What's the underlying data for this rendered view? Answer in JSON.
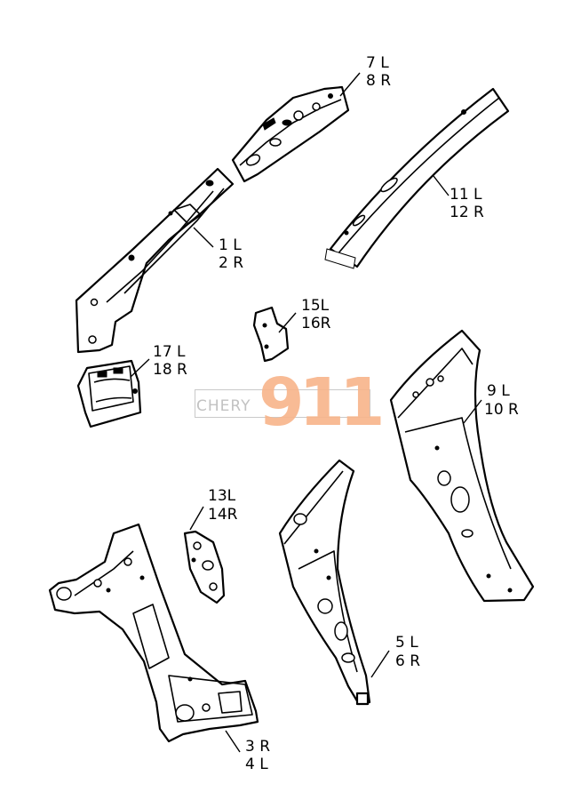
{
  "watermark": {
    "brand": "CHERY",
    "number": "911",
    "color": "#f8b48a"
  },
  "parts": [
    {
      "id": "1-2",
      "line1": "1  L",
      "line2": "2  R"
    },
    {
      "id": "3-4",
      "line1": "3  R",
      "line2": "4  L"
    },
    {
      "id": "5-6",
      "line1": "5  L",
      "line2": "6  R"
    },
    {
      "id": "7-8",
      "line1": "7  L",
      "line2": "8  R"
    },
    {
      "id": "9-10",
      "line1": "9  L",
      "line2": "10 R"
    },
    {
      "id": "11-12",
      "line1": "11 L",
      "line2": "12 R"
    },
    {
      "id": "13-14",
      "line1": "13L",
      "line2": "14R"
    },
    {
      "id": "15-16",
      "line1": "15L",
      "line2": "16R"
    },
    {
      "id": "17-18",
      "line1": "17 L",
      "line2": "18 R"
    }
  ]
}
